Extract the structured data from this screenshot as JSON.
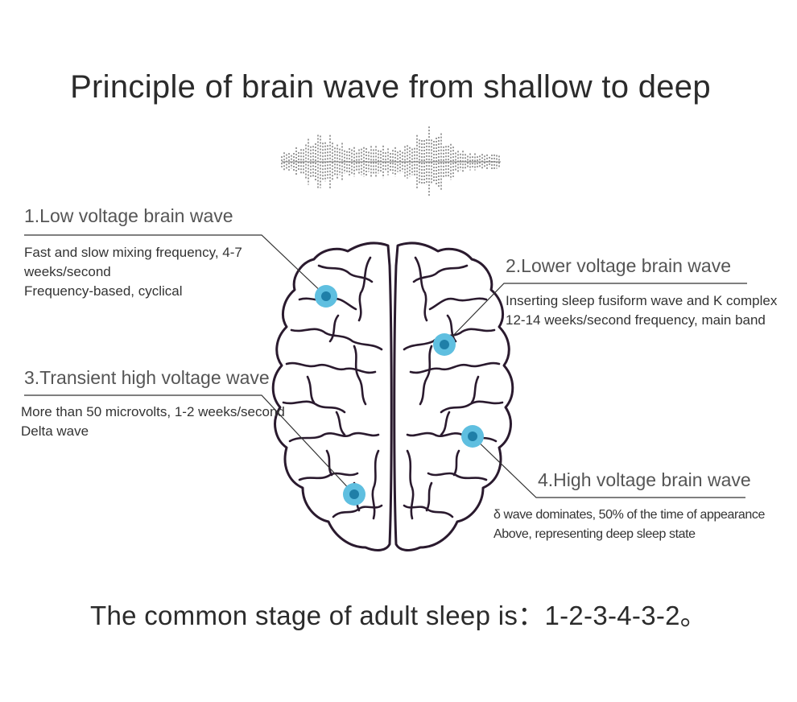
{
  "title": "Principle of brain wave from shallow to deep",
  "waves": [
    {
      "title": "1.Low voltage brain wave",
      "lines": [
        "Fast and slow mixing frequency, 4-7",
        "weeks/second",
        "Frequency-based, cyclical"
      ]
    },
    {
      "title": "2.Lower voltage brain wave",
      "lines": [
        "Inserting sleep fusiform wave and K complex",
        "12-14 weeks/second frequency, main band"
      ]
    },
    {
      "title": "3.Transient high voltage wave",
      "lines": [
        "More than 50 microvolts, 1-2 weeks/second",
        "Delta wave"
      ]
    },
    {
      "title": "4.High voltage brain wave",
      "lines": [
        "δ wave dominates, 50% of the time of appearance",
        "Above, representing deep sleep state"
      ]
    }
  ],
  "conclusion": "The common stage of adult sleep is：1-2-3-4-3-2。",
  "colors": {
    "brain_outline": "#2a1a2e",
    "marker_outer": "#5fbfe0",
    "marker_inner": "#1f7fa8",
    "leader_line": "#333333"
  },
  "icons": [
    "soundwave-icon",
    "brain-illustration",
    "marker-dot-icon"
  ]
}
